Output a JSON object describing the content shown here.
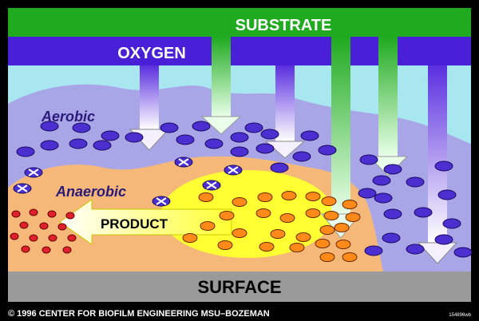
{
  "labels": {
    "substrate": "SUBSTRATE",
    "oxygen": "OXYGEN",
    "aerobic": "Aerobic",
    "anaerobic": "Anaerobic",
    "product": "PRODUCT",
    "surface": "SURFACE",
    "footer": "© 1996   CENTER FOR BIOFILM ENGINEERING   MSU–BOZEMAN",
    "figure_code": "154896wb"
  },
  "colors": {
    "background": "#000000",
    "substrate_green": "#1faa1f",
    "oxygen_purple": "#4a1fd8",
    "water_cyan": "#a8e6f0",
    "aerobic_lavender": "#a9a6e8",
    "anaerobic_orange": "#f5b878",
    "product_yellow": "#ffff33",
    "surface_gray": "#9a9a9a",
    "cell_purple": "#4b2fd0",
    "cell_orange": "#ff8a1a",
    "cell_red": "#e0202a"
  }
}
